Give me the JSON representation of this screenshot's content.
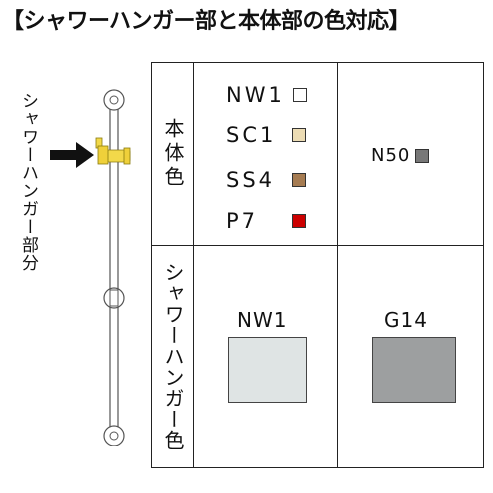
{
  "title": "【シャワーハンガー部と本体部の色対応】",
  "side_label": "シャワーハンガー部分",
  "icons": {
    "arrow": "arrow-right-icon",
    "bar": "shower-slide-bar-icon"
  },
  "table": {
    "row1_header": "本体色",
    "row2_header": "シャワーハンガー色",
    "body_colors": [
      {
        "code": "NW1",
        "color": "#ffffff"
      },
      {
        "code": "SC1",
        "color": "#ecdcb4"
      },
      {
        "code": "SS4",
        "color": "#a67c52"
      },
      {
        "code": "P7",
        "color": "#cc0000"
      }
    ],
    "body_color_n50": {
      "code": "N50",
      "color": "#777777"
    },
    "hanger_colors": [
      {
        "code": "NW1",
        "color": "#dfe4e4"
      },
      {
        "code": "G14",
        "color": "#9d9fa0"
      }
    ]
  }
}
